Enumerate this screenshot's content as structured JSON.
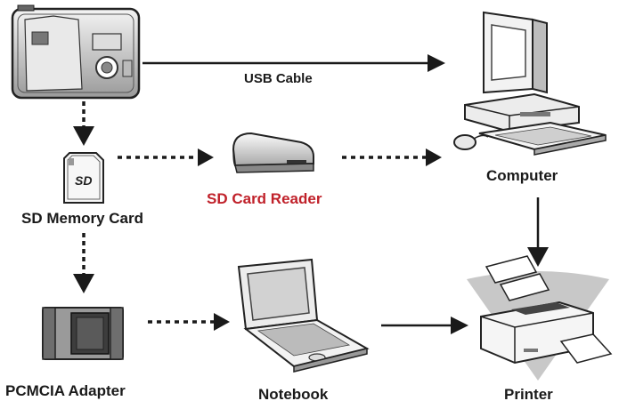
{
  "labels": {
    "usb_cable": "USB Cable",
    "sd_memory_card": "SD Memory Card",
    "sd_card_reader": "SD Card Reader",
    "computer": "Computer",
    "pcmcia_adapter": "PCMCIA Adapter",
    "notebook": "Notebook",
    "printer": "Printer"
  },
  "icons": {
    "camera": "camera-icon",
    "sd_card": "sd-card-icon",
    "card_reader": "card-reader-icon",
    "computer": "desktop-computer-icon",
    "pcmcia": "pcmcia-adapter-icon",
    "notebook": "laptop-icon",
    "printer": "printer-icon"
  },
  "colors": {
    "line": "#1a1a1a",
    "red_label": "#c0212a",
    "printer_backdrop": "#c8c8c8"
  }
}
